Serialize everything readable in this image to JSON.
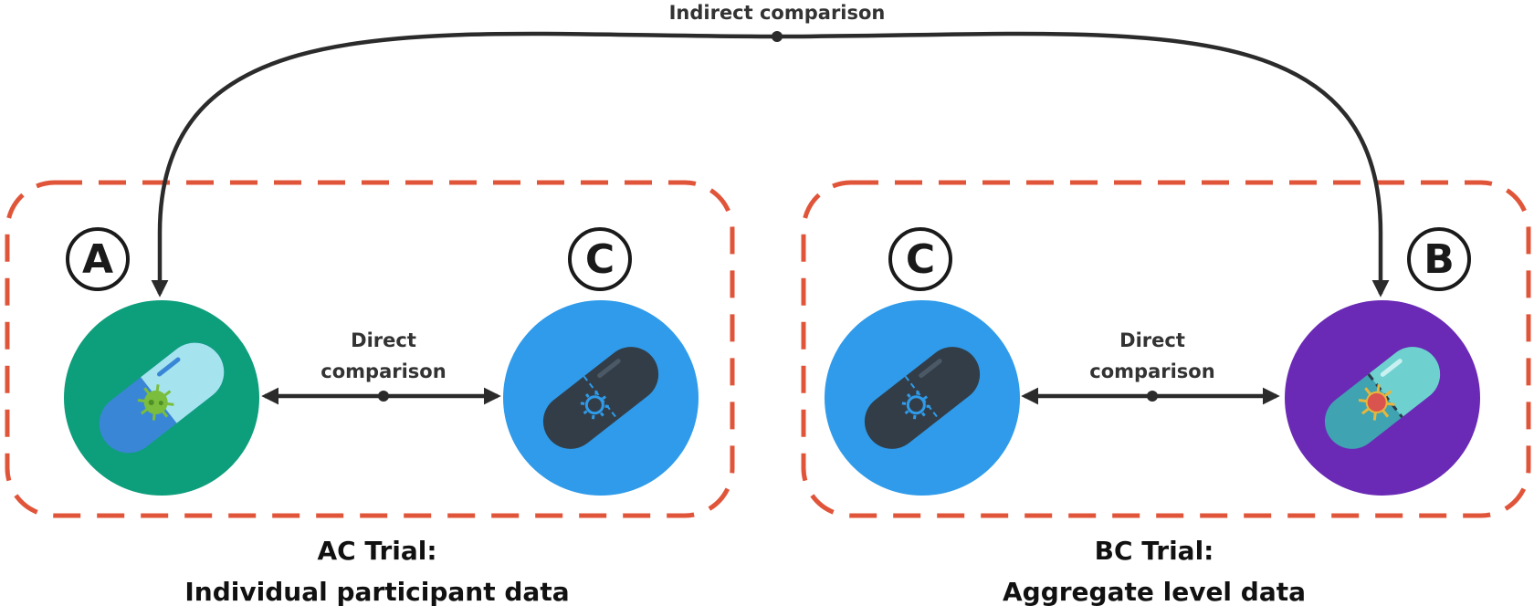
{
  "indirect_label": "Indirect comparison",
  "trials": [
    {
      "title": "AC Trial:",
      "subtitle": "Individual participant data",
      "direct_line1": "Direct",
      "direct_line2": "comparison",
      "left_node": {
        "letter": "A",
        "circle_color": "#0d9e7c",
        "icon": "green-capsule-with-virus-icon"
      },
      "right_node": {
        "letter": "C",
        "circle_color": "#2f9bea",
        "icon": "dark-capsule-with-virus-icon"
      }
    },
    {
      "title": "BC Trial:",
      "subtitle": "Aggregate level data",
      "direct_line1": "Direct",
      "direct_line2": "comparison",
      "left_node": {
        "letter": "C",
        "circle_color": "#2f9bea",
        "icon": "dark-capsule-with-virus-icon"
      },
      "right_node": {
        "letter": "B",
        "circle_color": "#6a2ab5",
        "icon": "teal-capsule-with-virus-icon"
      }
    }
  ],
  "colors": {
    "dashed_border": "#e0553a",
    "arrow": "#2b2b2b"
  }
}
